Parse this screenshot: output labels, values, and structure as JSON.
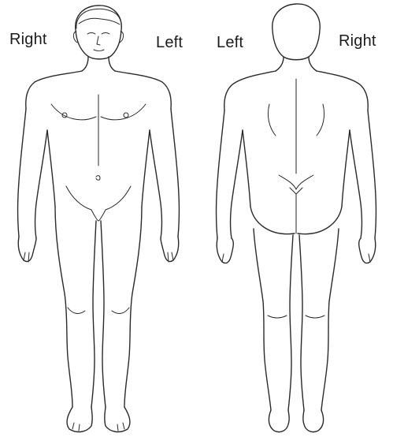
{
  "front_view": {
    "right_label": "Right",
    "left_label": "Left"
  },
  "back_view": {
    "left_label": "Left",
    "right_label": "Right"
  },
  "colors": {
    "line": "#2a2a2a",
    "text": "#1c1c1c",
    "background": "#ffffff"
  }
}
